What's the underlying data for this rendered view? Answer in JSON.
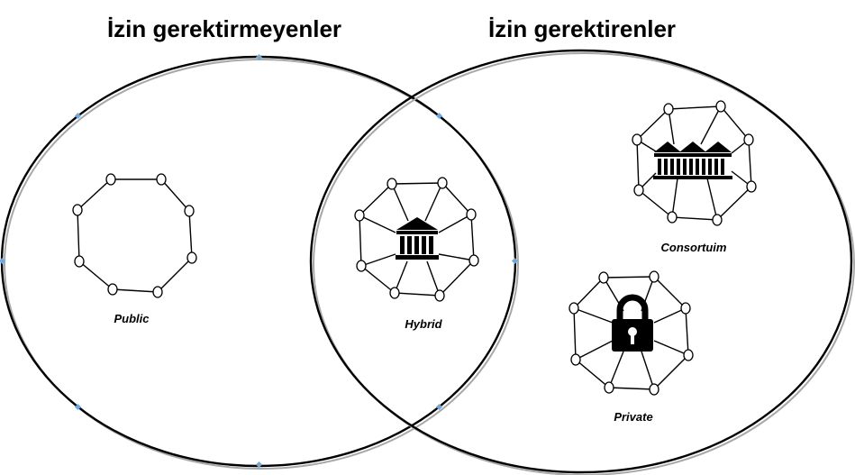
{
  "sets": {
    "left_title": "İzin gerektirmeyenler",
    "right_title": "İzin gerektirenler"
  },
  "networks": {
    "public": {
      "label": "Public",
      "icon": "none"
    },
    "hybrid": {
      "label": "Hybrid",
      "icon": "bank-icon"
    },
    "consortium": {
      "label": "Consortuim",
      "icon": "triple-bank-icon"
    },
    "private": {
      "label": "Private",
      "icon": "lock-icon"
    }
  },
  "colors": {
    "ink": "#000000",
    "ring_shadow": "#a8a8a8",
    "selection_handle": "#6fa8dc",
    "background": "#ffffff"
  }
}
